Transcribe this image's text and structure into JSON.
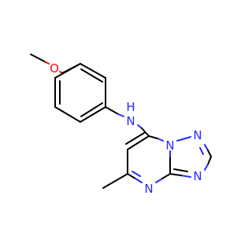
{
  "molecule": {
    "atoms": {
      "o_methoxy": {
        "symbol": "O",
        "color": "#ff0d0d"
      },
      "n_amine": {
        "symbol": "N",
        "color": "#2929ff"
      },
      "n_bridge": {
        "symbol": "N",
        "color": "#2929ff"
      },
      "n_triazole_1": {
        "symbol": "N",
        "color": "#2929ff"
      },
      "n_triazole_2": {
        "symbol": "N",
        "color": "#2929ff"
      },
      "n_pyrimidine": {
        "symbol": "N",
        "color": "#2929ff"
      }
    },
    "hydrogen_label": "H",
    "bond_color": "#000000"
  }
}
